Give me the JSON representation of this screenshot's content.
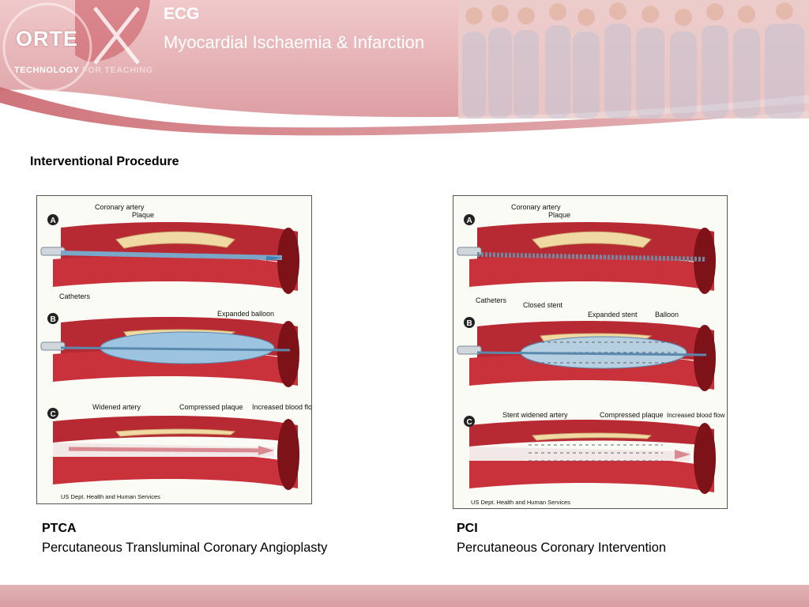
{
  "header": {
    "logo_text": "ORTE",
    "tagline_a": "TECHNOLOGY",
    "tagline_b": "FOR TEACHING",
    "title": "ECG",
    "subtitle": "Myocardial Ischaemia & Infarction"
  },
  "section_heading": "Interventional Procedure",
  "figures": [
    {
      "steps": [
        "A",
        "B",
        "C"
      ],
      "labels": {
        "coronary_artery": "Coronary artery",
        "plaque": "Plaque",
        "catheters": "Catheters",
        "expanded_balloon": "Expanded balloon",
        "widened_artery": "Widened artery",
        "compressed_plaque": "Compressed plaque",
        "increased_flow": "Increased blood flow"
      },
      "credit": "US Dept. Health and Human Services",
      "caption_title": "PTCA",
      "caption_desc": "Percutaneous Transluminal Coronary Angioplasty"
    },
    {
      "steps": [
        "A",
        "B",
        "C"
      ],
      "labels": {
        "coronary_artery": "Coronary artery",
        "plaque": "Plaque",
        "catheters": "Catheters",
        "closed_stent": "Closed stent",
        "expanded_stent": "Expanded stent",
        "balloon": "Balloon",
        "stent_widened": "Stent widened artery",
        "compressed_plaque": "Compressed plaque",
        "increased_flow": "Increased blood flow"
      },
      "credit": "US Dept. Health and Human Services",
      "caption_title": "PCI",
      "caption_desc": "Percutaneous Coronary Intervention"
    }
  ],
  "colors": {
    "header_pink": "#e7b9bb",
    "artery_red": "#c8323a",
    "artery_dark": "#8e1a22",
    "plaque": "#f1d9a6",
    "balloon": "#9cc3df",
    "footer": "#d99fa2"
  }
}
